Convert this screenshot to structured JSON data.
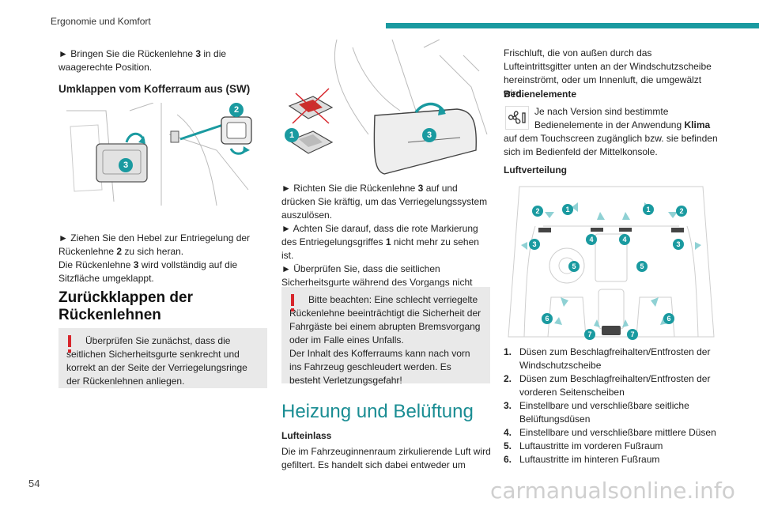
{
  "header": {
    "section": "Ergonomie und Komfort",
    "accent_color": "#1a9aa0"
  },
  "col1": {
    "step1_arrow": "►",
    "step1_pre": "Bringen Sie die Rückenlehne ",
    "step1_num": "3",
    "step1_post": " in die waagerechte Position.",
    "heading": "Umklappen vom Kofferraum aus (SW)",
    "illu_callouts": [
      "2",
      "3"
    ],
    "step2_arrow": "►",
    "step2_pre": "Ziehen Sie den Hebel zur Entriegelung der Rückenlehne ",
    "step2_num": "2",
    "step2_post": " zu sich heran.",
    "note_pre": "Die Rückenlehne ",
    "note_num": "3",
    "note_post": " wird vollständig auf die Sitzfläche umgeklappt.",
    "section_title": "Zurückklappen der Rückenlehnen",
    "warning": "Überprüfen Sie zunächst, dass die seitlichen Sicherheitsgurte senkrecht und korrekt an der Seite der Verriegelungsringe der Rückenlehnen anliegen."
  },
  "col2": {
    "illu_callouts": [
      "1",
      "3"
    ],
    "s1_arrow": "►",
    "s1_pre": "Richten Sie die Rückenlehne ",
    "s1_num": "3",
    "s1_post": " auf und drücken Sie kräftig, um das Verriegelungssystem auszulösen.",
    "s2_arrow": "►",
    "s2_pre": "Achten Sie darauf, dass die rote Markierung des Entriegelungsgriffes ",
    "s2_num": "1",
    "s2_post": " nicht mehr zu sehen ist.",
    "s3_arrow": "►",
    "s3_text": "Überprüfen Sie, dass die seitlichen Sicherheitsgurte während des Vorgangs nicht eingeklemmt werden.",
    "warning_1": "Bitte beachten: Eine schlecht verriegelte Rückenlehne beeinträchtigt die Sicherheit der Fahrgäste bei einem abrupten Bremsvorgang oder im Falle eines Unfalls.",
    "warning_2": "Der Inhalt des Kofferraums kann nach vorn ins Fahrzeug geschleudert werden. Es besteht Verletzungsgefahr!",
    "section_title": "Heizung und Belüftung",
    "sub_heading": "Lufteinlass",
    "intro": "Die im Fahrzeuginnenraum zirkulierende Luft wird gefiltert. Es handelt sich dabei entweder um"
  },
  "col3": {
    "intro_cont": "Frischluft, die von außen durch das Lufteintrittsgitter unten an der Windschutzscheibe hereinströmt, oder um Innenluft, die umgewälzt wird.",
    "controls_heading": "Bedienelemente",
    "controls_pre": "Je nach Version sind bestimmte Bedienelemente in der Anwendung ",
    "controls_bold": "Klima",
    "controls_post": " auf dem Touchscreen zugänglich bzw. sie befinden sich im Bedienfeld der Mittelkonsole.",
    "controls_icon": "fan-icon",
    "distribution_heading": "Luftverteilung",
    "illu_callouts": [
      "1",
      "1",
      "2",
      "2",
      "3",
      "3",
      "4",
      "4",
      "5",
      "5",
      "6",
      "6",
      "7",
      "7"
    ],
    "list": [
      {
        "num": "1.",
        "text": "Düsen zum Beschlagfreihalten/Entfrosten der Windschutzscheibe"
      },
      {
        "num": "2.",
        "text": "Düsen zum Beschlagfreihalten/Entfrosten der vorderen Seitenscheiben"
      },
      {
        "num": "3.",
        "text": "Einstellbare und verschließbare seitliche Belüftungsdüsen"
      },
      {
        "num": "4.",
        "text": "Einstellbare und verschließbare mittlere Düsen"
      },
      {
        "num": "5.",
        "text": "Luftaustritte im vorderen Fußraum"
      },
      {
        "num": "6.",
        "text": "Luftaustritte im hinteren Fußraum"
      }
    ]
  },
  "footer": {
    "page_number": "54",
    "watermark": "carmanualsonline.info"
  }
}
